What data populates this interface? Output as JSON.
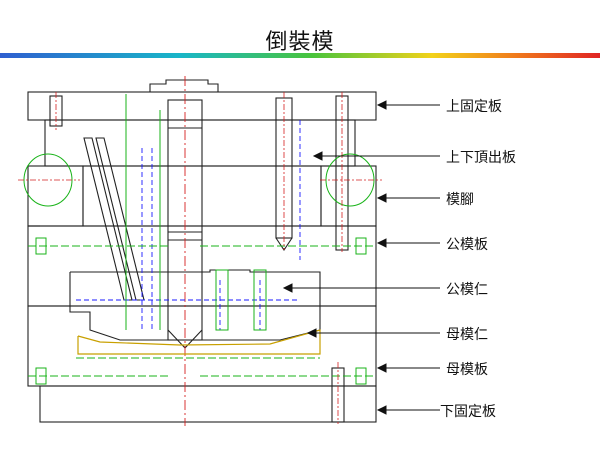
{
  "title": "倒裝模",
  "colors": {
    "outline": "#222222",
    "hidden": "#1a1aff",
    "center": "#d42020",
    "part": "#19b319",
    "cavity": "#c8a000"
  },
  "labels": {
    "top_clamp_plate": "上固定板",
    "ejector_plates": "上下頂出板",
    "spacer_block": "模腳",
    "core_plate": "公模板",
    "core_insert": "公模仁",
    "cavity_insert": "母模仁",
    "cavity_plate": "母模板",
    "bottom_clamp_plate": "下固定板"
  }
}
